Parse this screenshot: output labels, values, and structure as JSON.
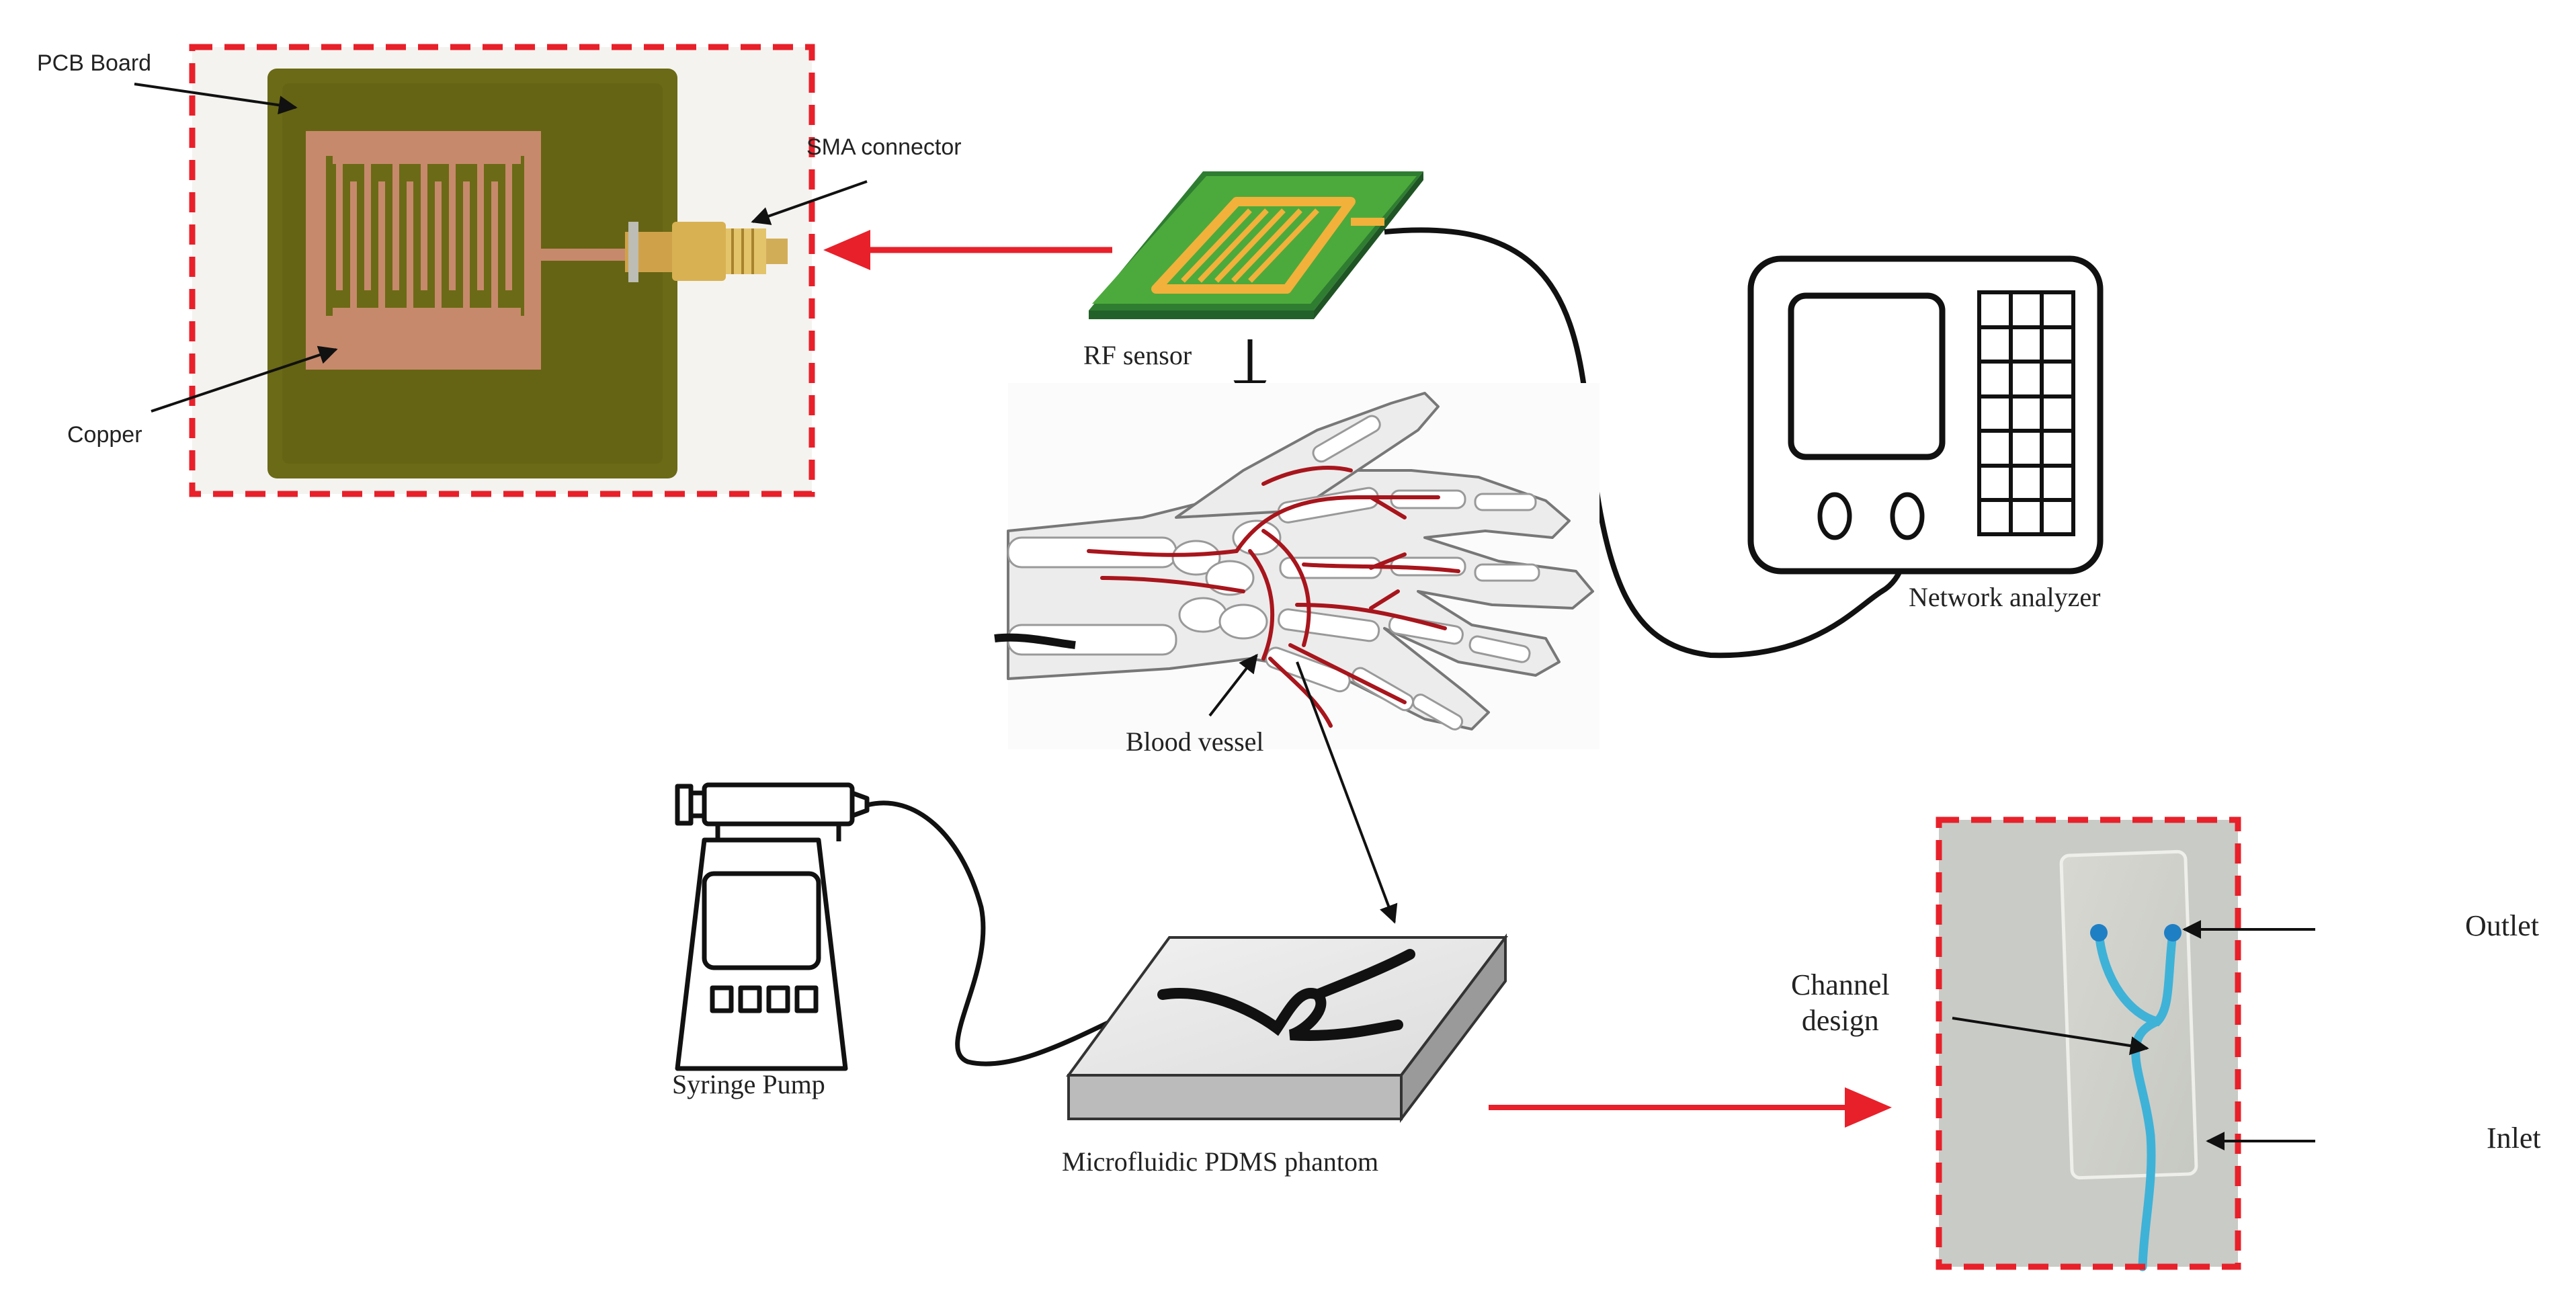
{
  "labels": {
    "pcb_board": "PCB Board",
    "sma_connector": "SMA connector",
    "copper": "Copper",
    "rf_sensor": "RF sensor",
    "network_analyzer": "Network analyzer",
    "blood_vessel": "Blood vessel",
    "syringe_pump": "Syringe Pump",
    "microfluidic_phantom": "Microfluidic PDMS phantom",
    "channel_design": "Channel\ndesign",
    "outlet": "Outlet",
    "inlet": "Inlet"
  },
  "colors": {
    "arrow_red": "#e8202a",
    "dashed_frame": "#e8202a",
    "pcb_photo_green": "#6b6a16",
    "copper": "#c7896b",
    "sensor_green": "#4caa3c",
    "sensor_gold": "#f2b13a",
    "vessel_red": "#a8151c",
    "channel_blue": "#3fb2d8"
  }
}
